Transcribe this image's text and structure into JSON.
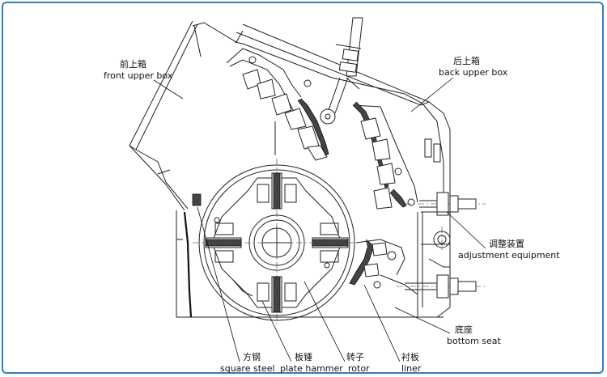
{
  "labels": {
    "front_upper_box": {
      "cn": "前上箱",
      "en": "front upper box"
    },
    "back_upper_box": {
      "cn": "后上箱",
      "en": "back upper box"
    },
    "adjustment_equipment": {
      "cn": "调整装置",
      "en": "adjustment equipment"
    },
    "bottom_seat": {
      "cn": "底座",
      "en": "bottom seat"
    },
    "square_steel": {
      "cn": "方钢",
      "en": "square steel"
    },
    "plate_hammer": {
      "cn": "板锤",
      "en": "plate hammer"
    },
    "rotor": {
      "cn": "转子",
      "en": "rotor"
    },
    "liner": {
      "cn": "衬板",
      "en": "liner"
    }
  },
  "colors": {
    "frame_border": "#2b7fc4",
    "line": "#222222"
  }
}
